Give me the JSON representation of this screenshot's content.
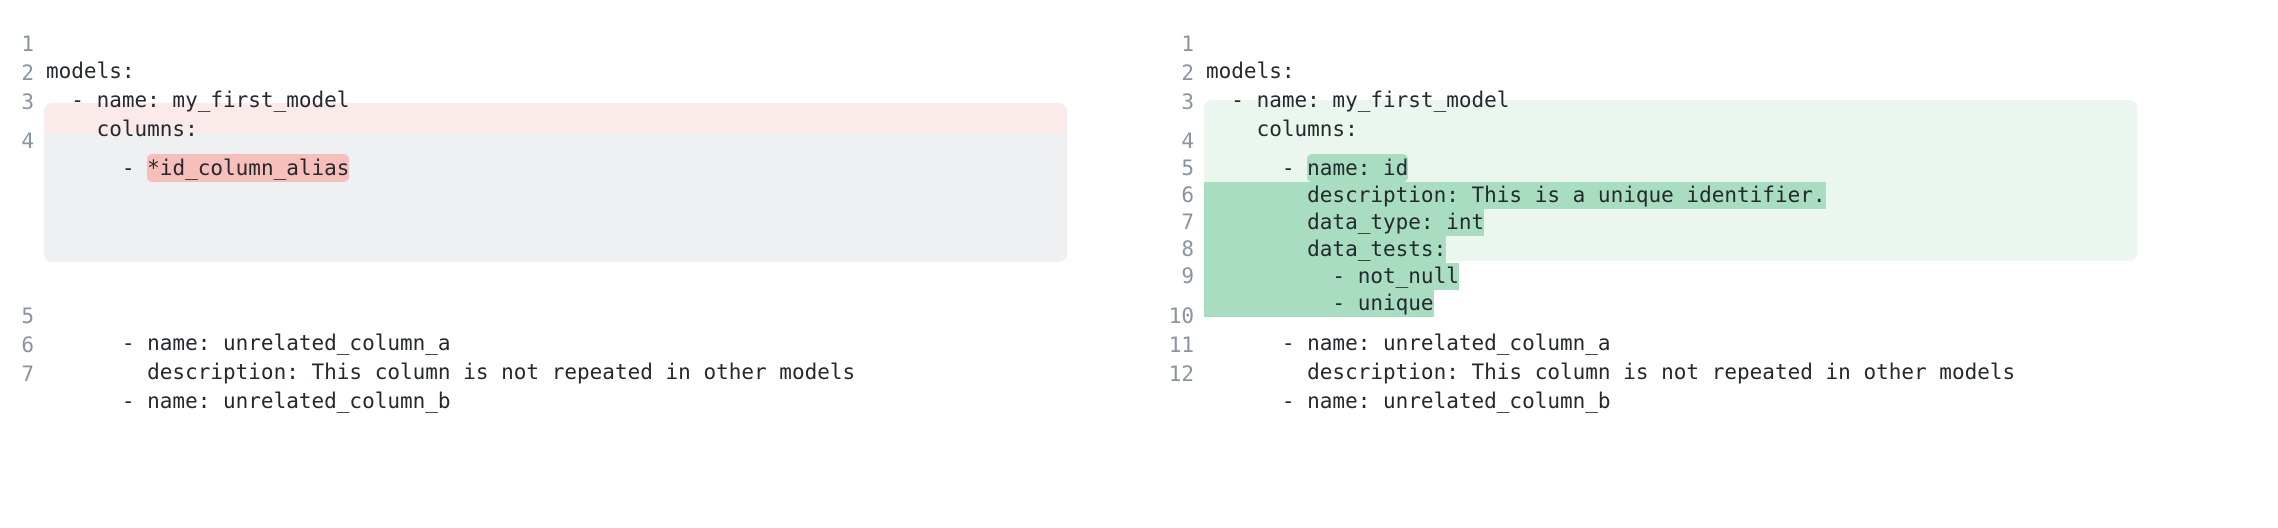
{
  "diff": {
    "type": "side-by-side-code-diff",
    "language": "yaml",
    "colors": {
      "removed_block_bg": "#fbeaea",
      "removed_inline_bg": "#f6bfbb",
      "added_block_bg": "#eaf6ee",
      "added_inline_bg": "#a9ddc1",
      "gap_block_bg": "#eef0f2",
      "line_number_color": "#89949f",
      "code_text_color": "#24292e",
      "page_background": "#ffffff"
    },
    "before": {
      "name": "before-panel",
      "lines": [
        {
          "number": "1",
          "prefix": "",
          "text": "models:",
          "highlight": "",
          "marker": "context"
        },
        {
          "number": "2",
          "prefix": "",
          "text": "  - name: my_first_model",
          "highlight": "",
          "marker": "context"
        },
        {
          "number": "3",
          "prefix": "",
          "text": "    columns:",
          "highlight": "",
          "marker": "context"
        },
        {
          "number": "4",
          "prefix": "      - ",
          "text": "*id_column_alias",
          "highlight": "removed",
          "marker": "removed"
        },
        {
          "number": "5",
          "prefix": "",
          "text": "      - name: unrelated_column_a",
          "highlight": "",
          "marker": "context"
        },
        {
          "number": "6",
          "prefix": "",
          "text": "        description: This column is not repeated in other models",
          "highlight": "",
          "marker": "context"
        },
        {
          "number": "7",
          "prefix": "",
          "text": "      - name: unrelated_column_b",
          "highlight": "",
          "marker": "context"
        }
      ]
    },
    "after": {
      "name": "after-panel",
      "lines": [
        {
          "number": "1",
          "prefix": "",
          "text": "models:",
          "highlight": "",
          "marker": "context"
        },
        {
          "number": "2",
          "prefix": "",
          "text": "  - name: my_first_model",
          "highlight": "",
          "marker": "context"
        },
        {
          "number": "3",
          "prefix": "",
          "text": "    columns:",
          "highlight": "",
          "marker": "context"
        },
        {
          "number": "4",
          "prefix": "      - ",
          "text": "name: id",
          "highlight": "added",
          "marker": "added"
        },
        {
          "number": "5",
          "prefix": "",
          "text": "        description: This is a unique identifier.",
          "highlight": "added-full",
          "marker": "added"
        },
        {
          "number": "6",
          "prefix": "",
          "text": "        data_type: int",
          "highlight": "added-full",
          "marker": "added"
        },
        {
          "number": "7",
          "prefix": "",
          "text": "        data_tests:",
          "highlight": "added-full",
          "marker": "added"
        },
        {
          "number": "8",
          "prefix": "",
          "text": "          - not_null",
          "highlight": "added-full",
          "marker": "added"
        },
        {
          "number": "9",
          "prefix": "",
          "text": "          - unique",
          "highlight": "added-full",
          "marker": "added"
        },
        {
          "number": "10",
          "prefix": "",
          "text": "      - name: unrelated_column_a",
          "highlight": "",
          "marker": "context"
        },
        {
          "number": "11",
          "prefix": "",
          "text": "        description: This column is not repeated in other models",
          "highlight": "",
          "marker": "context"
        },
        {
          "number": "12",
          "prefix": "",
          "text": "      - name: unrelated_column_b",
          "highlight": "",
          "marker": "context"
        }
      ]
    }
  }
}
